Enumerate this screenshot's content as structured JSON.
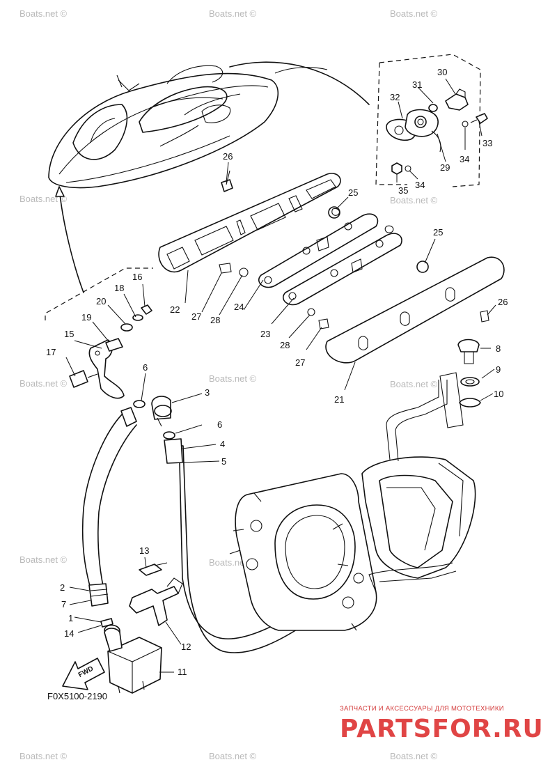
{
  "figure_code": "F0X5100-2190",
  "fwd_label": "FWD",
  "watermark_text": "Boats.net ©",
  "logo": {
    "subtitle": "ЗАПЧАСТИ И АКСЕССУАРЫ ДЛЯ МОТОТЕХНИКИ",
    "wordmark": "PARTSFOR.RU",
    "color": "#e04545"
  },
  "callouts": [
    "1",
    "2",
    "3",
    "4",
    "5",
    "6",
    "6",
    "7",
    "8",
    "9",
    "10",
    "11",
    "12",
    "13",
    "14",
    "15",
    "16",
    "17",
    "18",
    "19",
    "20",
    "21",
    "22",
    "23",
    "24",
    "25",
    "25",
    "26",
    "26",
    "27",
    "27",
    "28",
    "28",
    "29",
    "30",
    "31",
    "32",
    "33",
    "34",
    "34",
    "35"
  ]
}
